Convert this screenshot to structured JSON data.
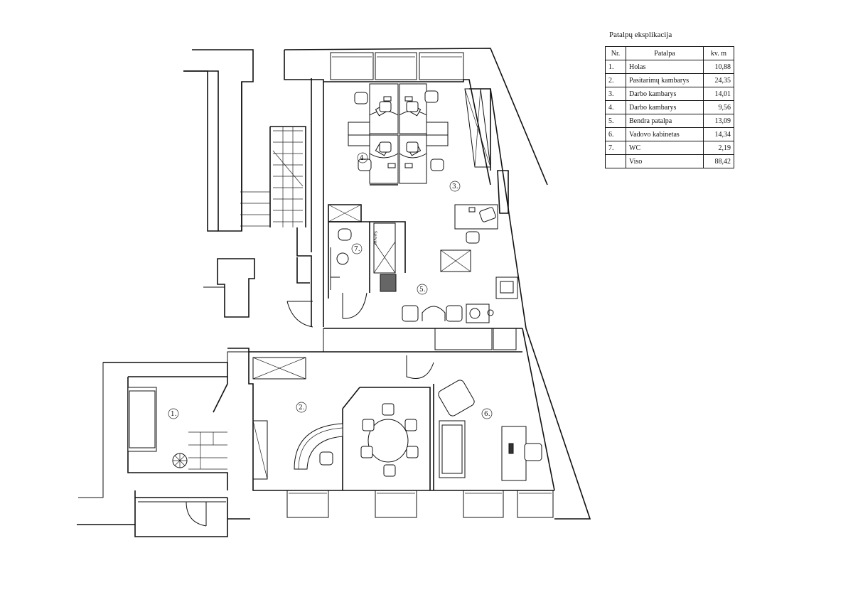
{
  "legend": {
    "title": "Patalpų eksplikacija",
    "headers": {
      "nr": "Nr.",
      "name": "Patalpa",
      "area": "kv. m"
    },
    "rows": [
      {
        "nr": "1.",
        "name": "Holas",
        "area": "10,88"
      },
      {
        "nr": "2.",
        "name": "Pasitarimų kambarys",
        "area": "24,35"
      },
      {
        "nr": "3.",
        "name": "Darbo kambarys",
        "area": "14,01"
      },
      {
        "nr": "4.",
        "name": "Darbo kambarys",
        "area": "9,56"
      },
      {
        "nr": "5.",
        "name": "Bendra patalpa",
        "area": "13,09"
      },
      {
        "nr": "6.",
        "name": "Vadovo kabinetas",
        "area": "14,34"
      },
      {
        "nr": "7.",
        "name": "WC",
        "area": "2,19"
      },
      {
        "nr": "",
        "name": "Viso",
        "area": "88,42"
      }
    ]
  },
  "plan": {
    "room_labels": [
      "1.",
      "2.",
      "3.",
      "4.",
      "5.",
      "6.",
      "7."
    ],
    "server_label": "Server",
    "colors": {
      "line": "#111111",
      "background": "#ffffff"
    }
  }
}
